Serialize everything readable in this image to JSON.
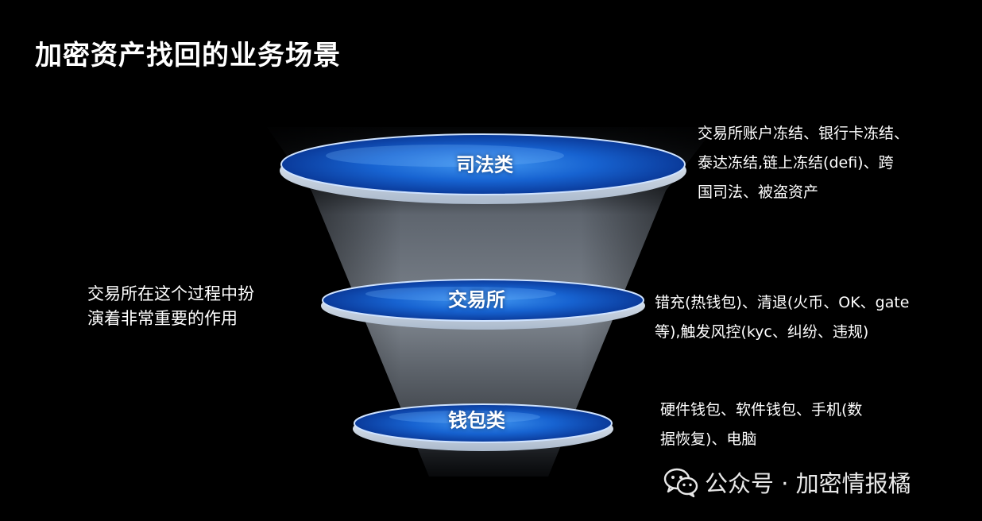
{
  "title": "加密资产找回的业务场景",
  "funnel": {
    "tiers": [
      {
        "label": "司法类",
        "description": [
          "交易所账户冻结、银行卡冻结、",
          "泰达冻结,链上冻结(defi)、跨",
          "国司法、被盗资产"
        ]
      },
      {
        "label": "交易所",
        "description": [
          "错充(热钱包)、清退(火币、OK、gate",
          "等),触发风控(kyc、纠纷、违规)"
        ]
      },
      {
        "label": "钱包类",
        "description": [
          "硬件钱包、软件钱包、手机(数",
          "据恢复)、电脑"
        ]
      }
    ]
  },
  "side_note": [
    "交易所在这个过程中扮",
    "演着非常重要的作用"
  ],
  "watermark": {
    "icon": "wechat-icon",
    "text": "公众号 · 加密情报橘"
  },
  "colors": {
    "background": "#000000",
    "ring_blue": "#1565d8",
    "ring_highlight": "#6fb6ff",
    "ring_edge": "#dde8f5"
  }
}
